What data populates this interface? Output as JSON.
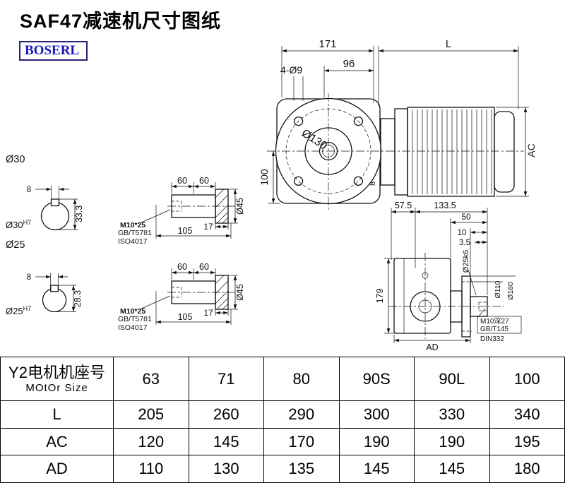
{
  "page": {
    "title": "SAF47减速机尺寸图纸",
    "brand": "BOSERL"
  },
  "front_view": {
    "dim_171": "171",
    "dim_L": "L",
    "dim_96": "96",
    "holes_label": "4-Ø9",
    "flange_dia": "Ø130",
    "dim_100": "100",
    "dim_ac": "AC",
    "dim_8": "8"
  },
  "bores": {
    "upper": {
      "dia_label": "Ø30",
      "key_w": "8",
      "key_h": "33.3",
      "bore": "Ø30",
      "tol": "H7"
    },
    "lower": {
      "dia_label": "Ø25",
      "key_w": "8",
      "key_h": "28.3",
      "bore": "Ø25",
      "tol": "H7"
    }
  },
  "shafts": {
    "upper": {
      "d60a": "60",
      "d60b": "60",
      "d17": "17",
      "d105": "105",
      "dia": "Ø45",
      "bolt": "M10*25",
      "std_a": "GB/T5781",
      "std_b": "ISO4017"
    },
    "lower": {
      "d60a": "60",
      "d60b": "60",
      "d17": "17",
      "d105": "105",
      "dia": "Ø45",
      "bolt": "M10*25",
      "std_a": "GB/T5781",
      "std_b": "ISO4017"
    }
  },
  "side": {
    "d575": "57.5",
    "d1335": "133.5",
    "d50": "50",
    "d10": "10",
    "d35": "3.5",
    "shaft": "Ø25k6",
    "d179": "179",
    "bolt_circle": "Ø110",
    "flange": "Ø160",
    "ad": "AD",
    "tap": "M10深27",
    "std_a": "GB/T145",
    "std_b": "DIN332"
  },
  "table": {
    "header_cn": "Y2电机机座号",
    "header_en": "MOtOr Size",
    "sizes": [
      "63",
      "71",
      "80",
      "90S",
      "90L",
      "100"
    ],
    "rows": [
      {
        "label": "L",
        "values": [
          "205",
          "260",
          "290",
          "300",
          "330",
          "340"
        ]
      },
      {
        "label": "AC",
        "values": [
          "120",
          "145",
          "170",
          "190",
          "190",
          "195"
        ]
      },
      {
        "label": "AD",
        "values": [
          "110",
          "130",
          "135",
          "145",
          "145",
          "180"
        ]
      }
    ]
  }
}
